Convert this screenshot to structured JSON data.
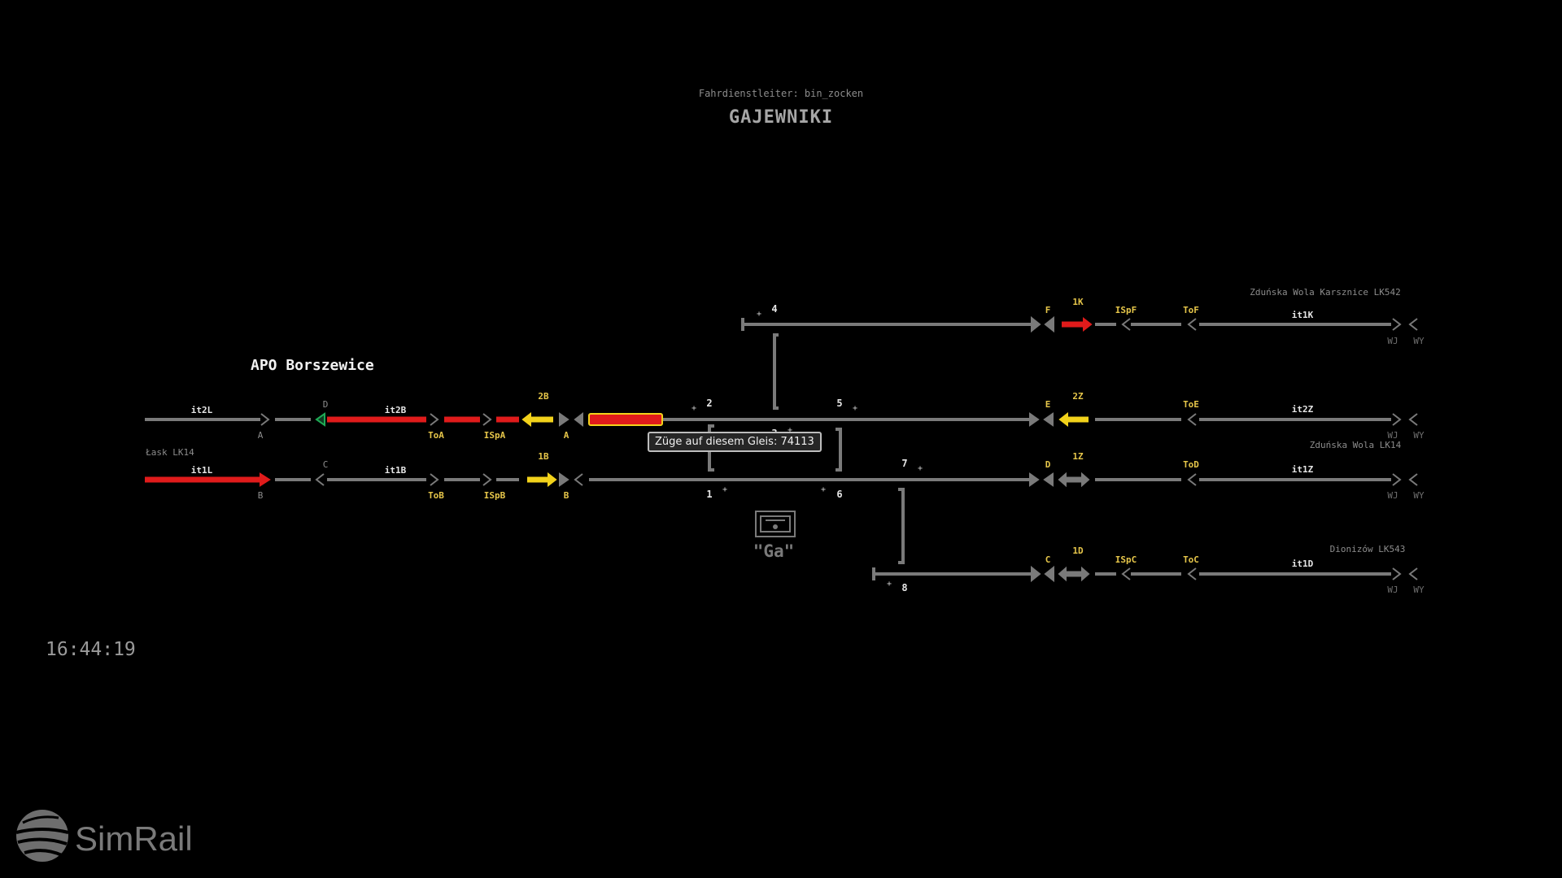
{
  "header": {
    "dispatcher": "Fahrdienstleiter: bin_zocken",
    "station": "GAJEWNIKI"
  },
  "clock": "16:44:19",
  "tooltip": "Züge auf diesem Gleis: 74113",
  "station_label": "\"Ga\"",
  "brand": "SimRail",
  "colors": {
    "track_idle": "#7a7a7a",
    "occupied": "#e01b1b",
    "route_set": "#f2d21b",
    "signal_clear": "#1faa55",
    "label_yellow": "#e6c64a",
    "label_grey": "#8c8c8c"
  },
  "tracks": {
    "apo_name": "APO Borszewice",
    "t4": "4",
    "t2": "2",
    "t5": "5",
    "t7": "7",
    "t1": "1",
    "t6": "6",
    "t8": "8",
    "t3": "3",
    "row1": {
      "it": "it1K",
      "sigF": "F",
      "route": "1K",
      "isp": "ISpF",
      "to": "ToF",
      "dest": "Zduńska Wola Karsznice LK542",
      "wj": "WJ",
      "wy": "WY"
    },
    "row2": {
      "left_it": "it2L",
      "sigA_label": "A",
      "sigD": "D",
      "it2B": "it2B",
      "toA": "ToA",
      "ispA": "ISpA",
      "route2B": "2B",
      "sigA": "A",
      "sigE": "E",
      "route2Z": "2Z",
      "toE": "ToE",
      "it2Z": "it2Z",
      "wj": "WJ",
      "wy": "WY"
    },
    "row3": {
      "origin": "Łask LK14",
      "it1L": "it1L",
      "sigB_label": "B",
      "sigC": "C",
      "it1B": "it1B",
      "toB": "ToB",
      "ispB": "ISpB",
      "route1B": "1B",
      "sigB": "B",
      "sigD": "D",
      "route1Z": "1Z",
      "toD": "ToD",
      "it1Z": "it1Z",
      "dest": "Zduńska Wola LK14",
      "wj": "WJ",
      "wy": "WY"
    },
    "row4": {
      "sigC": "C",
      "route1D": "1D",
      "isp": "ISpC",
      "to": "ToC",
      "it": "it1D",
      "dest": "Dionizów LK543",
      "wj": "WJ",
      "wy": "WY"
    }
  }
}
